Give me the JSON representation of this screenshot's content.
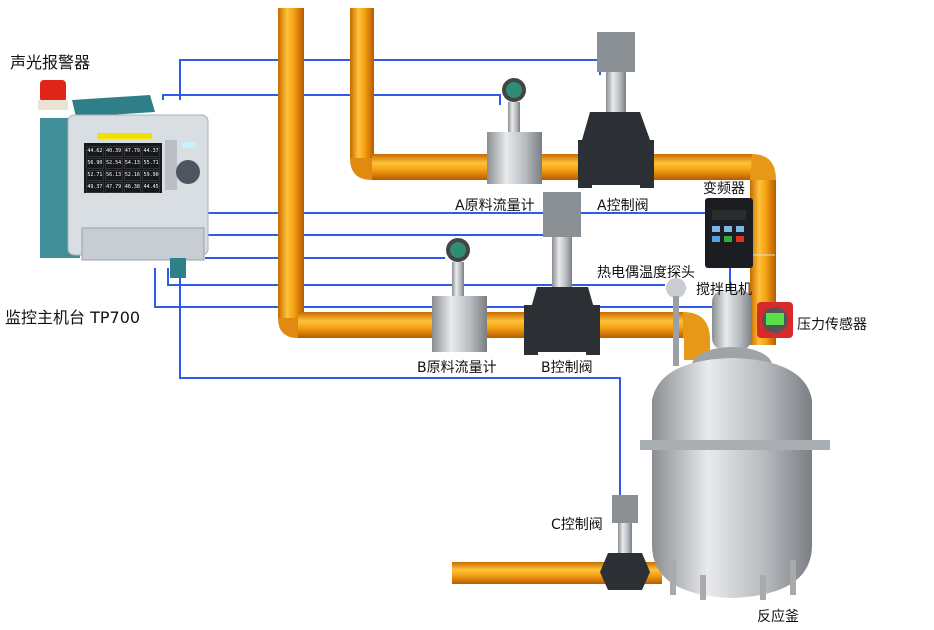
{
  "labels": {
    "alarm": "声光报警器",
    "monitor": "监控主机台 TP700",
    "flowmeter_a": "A原料流量计",
    "valve_a": "A控制阀",
    "inverter": "变频器",
    "thermocouple": "热电偶温度探头",
    "motor": "搅拌电机",
    "pressure": "压力传感器",
    "flowmeter_b": "B原料流量计",
    "valve_b": "B控制阀",
    "valve_c": "C控制阀",
    "reactor": "反应釜"
  },
  "monitor_screen": {
    "values": [
      "44.62",
      "40.39",
      "47.79",
      "44.37",
      "56.90",
      "52.54",
      "54.13",
      "55.71",
      "52.71",
      "56.13",
      "52.16",
      "59.90",
      "49.37",
      "47.79",
      "46.38",
      "44.45"
    ]
  },
  "colors": {
    "pipe": "#f0a018",
    "signal": "#2f5bea",
    "device": "#6a6e73"
  }
}
